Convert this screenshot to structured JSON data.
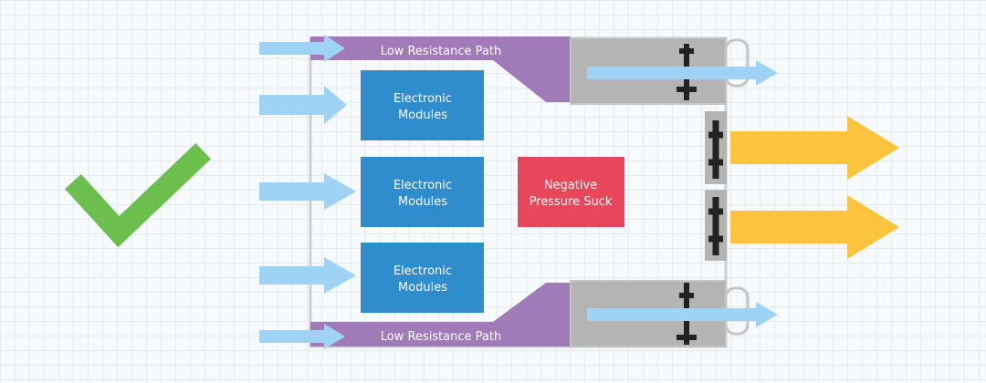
{
  "diagram": {
    "paths": {
      "top_label": "Low Resistance Path",
      "bottom_label": "Low Resistance Path",
      "color": "#a07bb8"
    },
    "modules": [
      {
        "line1": "Electronic",
        "line2": "Modules"
      },
      {
        "line1": "Electronic",
        "line2": "Modules"
      },
      {
        "line1": "Electronic",
        "line2": "Modules"
      }
    ],
    "pressure": {
      "line1": "Negative",
      "line2": "Pressure Suck"
    },
    "colors": {
      "module": "#2f8ccd",
      "pressure": "#e8475b",
      "fan_housing": "#b4b4b4",
      "intake_arrow": "#9fd3f5",
      "exhaust_arrow": "#fbc43c",
      "check": "#6cbf4d"
    },
    "status_icon": "check-icon"
  }
}
